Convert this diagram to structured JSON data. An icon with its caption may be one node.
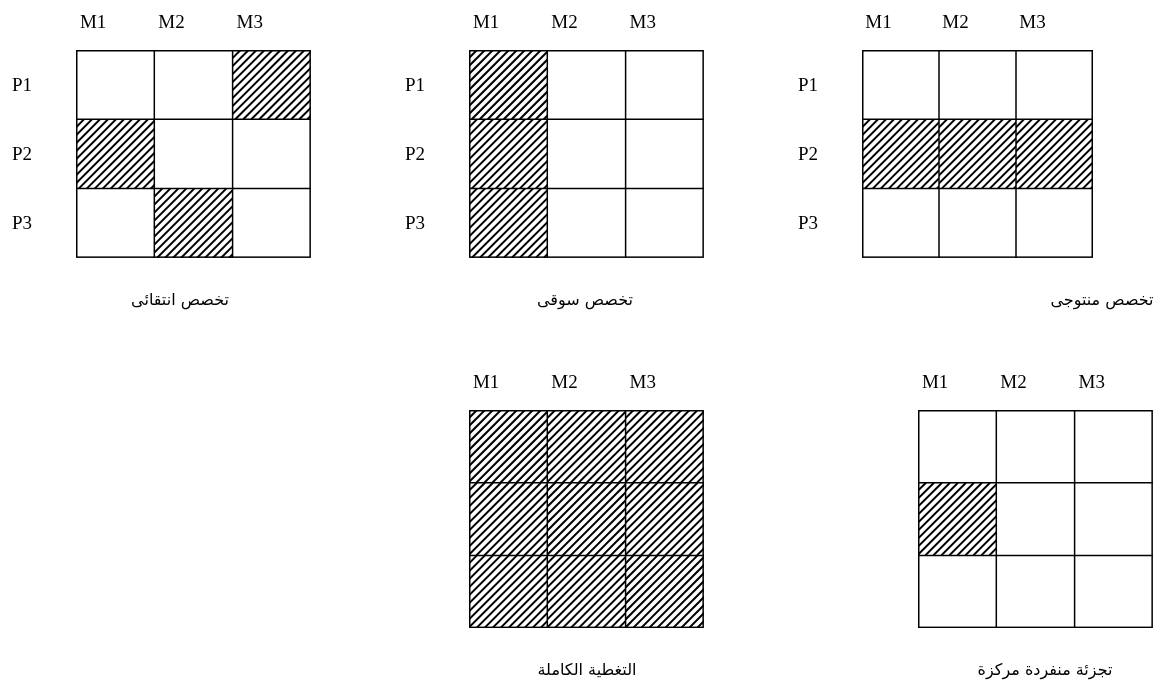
{
  "diagram": {
    "nodes": [
      {
        "text": [
          "تخصص انتقائى"
        ]
      },
      {
        "text": [
          "تخصص سوقى"
        ]
      },
      {
        "text": [
          "تخصص منتوجى"
        ]
      },
      {
        "text": [
          "التغطية الكاملة"
        ]
      },
      {
        "text": [
          "تجزئة منفردة مركزة"
        ]
      }
    ],
    "labels": [
      "M1",
      "M2",
      "M3",
      "P1",
      "P2",
      "P3",
      "M1",
      "M2",
      "M3",
      "P1",
      "P2",
      "P3",
      "M1",
      "M2",
      "M3",
      "P1",
      "P2",
      "P3",
      "M1",
      "M2",
      "M3",
      "M1",
      "M2",
      "M3"
    ]
  }
}
